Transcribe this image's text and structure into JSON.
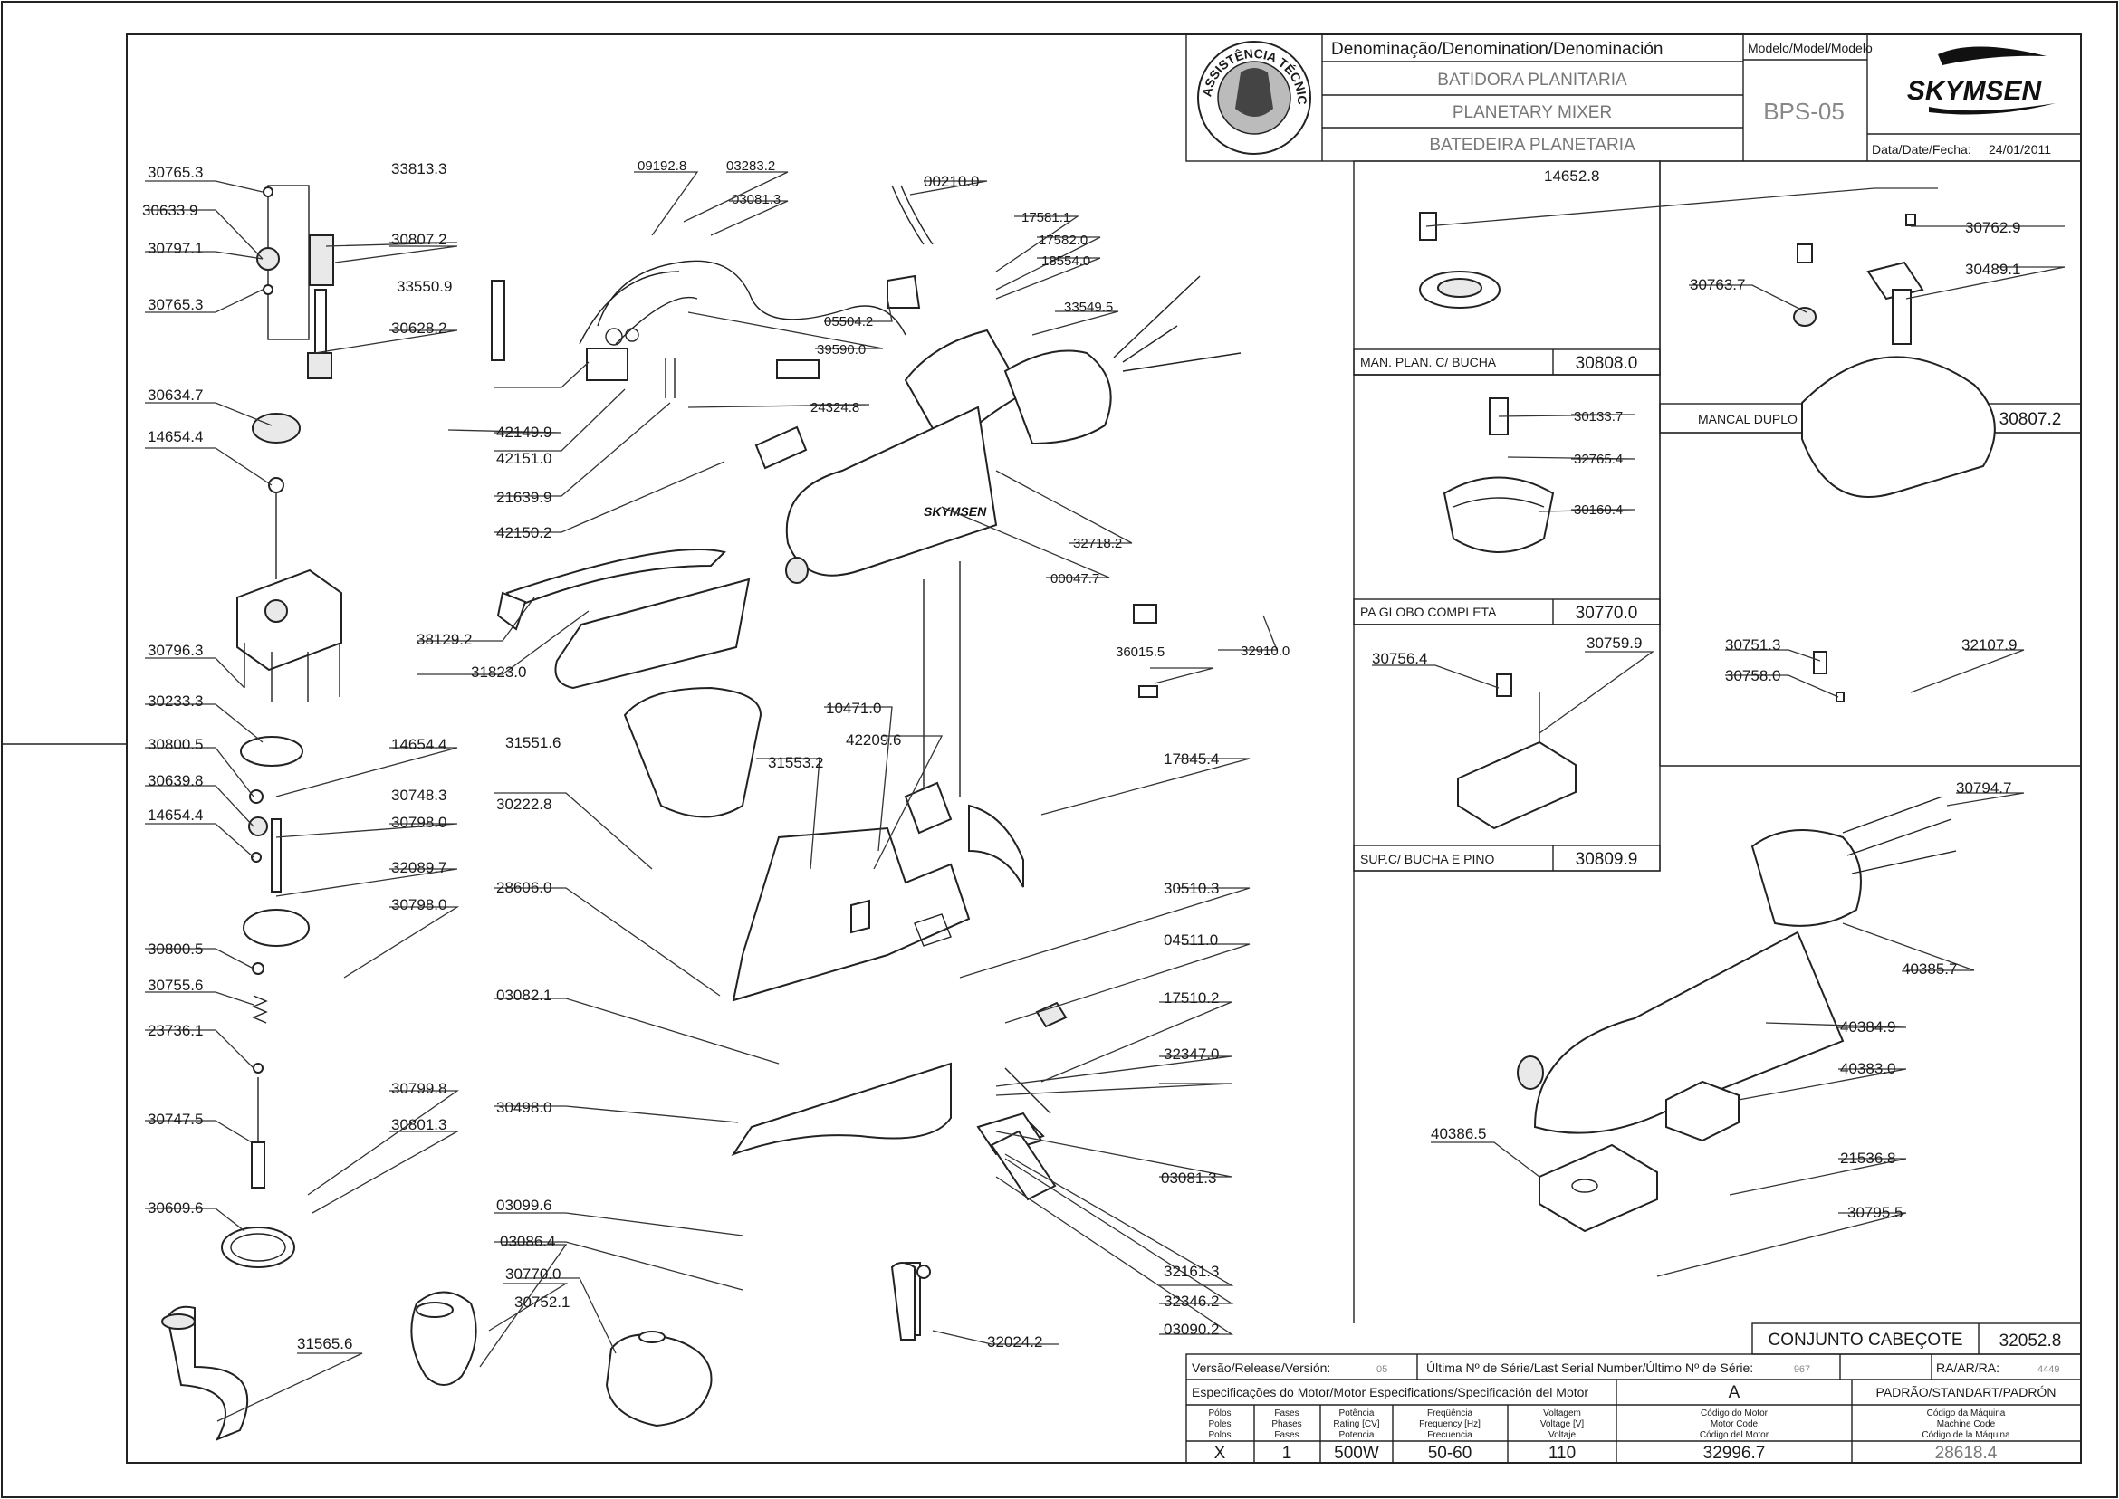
{
  "title_block": {
    "denomination_header": "Denominação/Denomination/Denominación",
    "model_header": "Modelo/Model/Modelo",
    "names": [
      "BATIDORA PLANITARIA",
      "PLANETARY MIXER",
      "BATEDEIRA PLANETARIA"
    ],
    "model": "BPS-05",
    "brand": "SKYMSEN",
    "date_label": "Data/Date/Fecha:",
    "date": "24/01/2011",
    "seal_text": "ASSISTÊNCIA TÉCNICA AUTORIZADA"
  },
  "assembly": {
    "name": "CONJUNTO CABEÇOTE",
    "code": "32052.8"
  },
  "footer": {
    "version_label": "Versão/Release/Versión:",
    "version": "05",
    "last_serial_label": "Última Nº de Série/Last Serial Number/Último Nº de Série:",
    "last_serial": "967",
    "ra_label": "RA/AR/RA:",
    "ra": "4449",
    "motor_specs_label": "Especificações do Motor/Motor Especifications/Specificación del Motor",
    "variant": "A",
    "standard": "PADRÃO/STANDART/PADRÓN",
    "col_headers": [
      [
        "Pólos",
        "Poles",
        "Polos"
      ],
      [
        "Fases",
        "Phases",
        "Fases"
      ],
      [
        "Potência",
        "Rating [CV]",
        "Potencia"
      ],
      [
        "Freqüência",
        "Frequency [Hz]",
        "Frecuencia"
      ],
      [
        "Voltagem",
        "Voltage [V]",
        "Voltaje"
      ],
      [
        "Código do Motor",
        "Motor Code",
        "Código del Motor"
      ],
      [
        "Código da Máquina",
        "Machine Code",
        "Código de la Máquina"
      ]
    ],
    "values": [
      "X",
      "1",
      "500W",
      "50-60",
      "110",
      "32996.7",
      "28618.4"
    ]
  },
  "subassemblies": [
    {
      "name": "MAN. PLAN. C/ BUCHA",
      "code": "30808.0"
    },
    {
      "name": "MANCAL DUPLO C/ BUCHA",
      "code": "30807.2"
    },
    {
      "name": "PA GLOBO COMPLETA",
      "code": "30770.0"
    },
    {
      "name": "SUP.C/ BUCHA E PINO",
      "code": "30809.9"
    }
  ],
  "part_labels": {
    "left": [
      "30765.3",
      "33813.3",
      "30633.9",
      "30797.1",
      "30807.2",
      "30765.3",
      "33550.9",
      "30628.2",
      "30634.7",
      "14654.4",
      "30796.3",
      "30233.3",
      "30800.5",
      "14654.4",
      "30639.8",
      "30748.3",
      "14654.4",
      "30798.0",
      "32089.7",
      "30798.0",
      "30800.5",
      "30755.6",
      "23736.1",
      "30799.8",
      "30747.5",
      "30801.3",
      "30609.6",
      "31565.6"
    ],
    "center": [
      "09192.8",
      "03283.2",
      "03081.3",
      "00210.0",
      "17581.1",
      "17582.0",
      "18554.0",
      "33549.5",
      "05504.2",
      "39590.0",
      "24324.8",
      "42149.9",
      "42151.0",
      "21639.9",
      "42150.2",
      "32718.2",
      "00047.7",
      "38129.2",
      "31823.0",
      "36015.5",
      "32910.0",
      "10471.0",
      "42209.6",
      "31553.2",
      "17845.4",
      "31551.6",
      "30222.8",
      "28606.0",
      "30510.3",
      "04511.0",
      "03082.1",
      "17510.2",
      "32347.0",
      "30498.0",
      "03081.3",
      "03099.6",
      "03086.4",
      "30770.0",
      "30752.1",
      "32161.3",
      "32346.2",
      "03090.2",
      "32024.2"
    ],
    "right": [
      "14652.8",
      "30762.9",
      "30763.7",
      "30489.1",
      "30133.7",
      "32765.4",
      "30160.4",
      "30756.4",
      "30759.9",
      "30751.3",
      "30758.0",
      "32107.9",
      "30794.7",
      "40385.7",
      "40384.9",
      "40383.0",
      "40386.5",
      "21536.8",
      "30795.5"
    ]
  }
}
